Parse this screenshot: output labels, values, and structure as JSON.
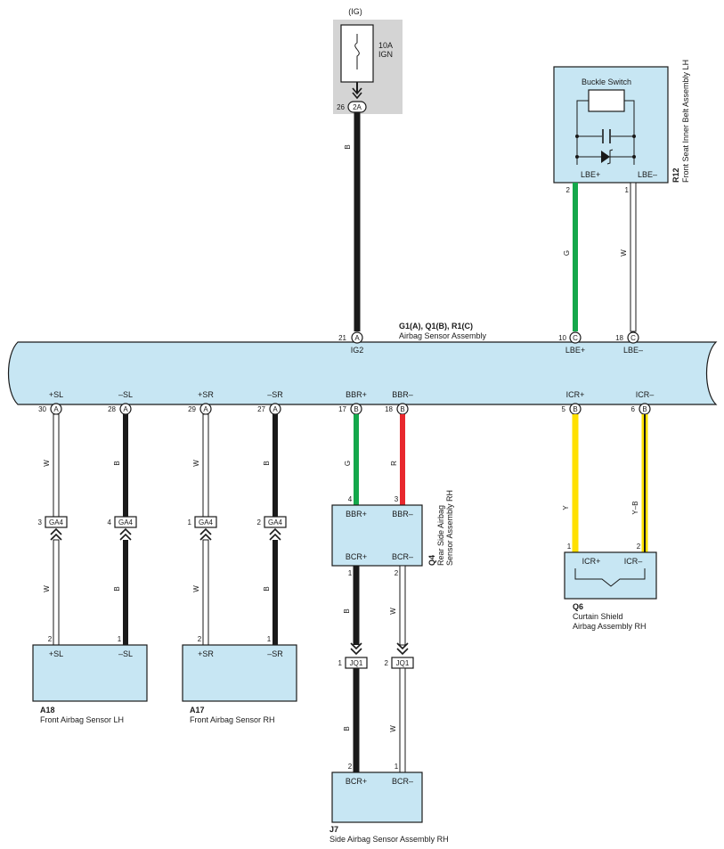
{
  "colors": {
    "box_fill": "#c7e6f3",
    "fuse_bg": "#d4d4d4",
    "wire_black": "#1a1a1a",
    "wire_green": "#14a84b",
    "wire_red": "#e8282d",
    "wire_yellow": "#ffe000",
    "wire_white": "#ffffff"
  },
  "fuse": {
    "source": "(IG)",
    "rating": "10A",
    "name": "IGN",
    "pin": "26",
    "connector": "2A"
  },
  "main": {
    "title": "G1(A), Q1(B), R1(C)",
    "subtitle": "Airbag Sensor Assembly",
    "top_terminals": [
      {
        "pin": "21",
        "conn": "A",
        "label": "IG2"
      },
      {
        "pin": "10",
        "conn": "C",
        "label": "LBE+"
      },
      {
        "pin": "18",
        "conn": "C",
        "label": "LBE–"
      }
    ],
    "bottom_terminals": [
      {
        "pin": "30",
        "conn": "A",
        "label": "+SL"
      },
      {
        "pin": "28",
        "conn": "A",
        "label": "–SL"
      },
      {
        "pin": "29",
        "conn": "A",
        "label": "+SR"
      },
      {
        "pin": "27",
        "conn": "A",
        "label": "–SR"
      },
      {
        "pin": "17",
        "conn": "B",
        "label": "BBR+"
      },
      {
        "pin": "18",
        "conn": "B",
        "label": "BBR–"
      },
      {
        "pin": "5",
        "conn": "B",
        "label": "ICR+"
      },
      {
        "pin": "6",
        "conn": "B",
        "label": "ICR–"
      }
    ]
  },
  "r12": {
    "code": "R12",
    "name": "Front Seat Inner Belt Assembly LH",
    "switch_label": "Buckle Switch",
    "pin_plus": "2",
    "label_plus": "LBE+",
    "pin_minus": "1",
    "label_minus": "LBE–"
  },
  "wire_labels": {
    "ig": "B",
    "lbe_plus": "G",
    "lbe_minus": "W",
    "bbr_plus": "G",
    "bbr_minus": "R",
    "icr_plus": "Y",
    "icr_minus": "Y–B",
    "sl_plus": "W",
    "sl_minus": "B",
    "sr_plus": "W",
    "sr_minus": "B",
    "bcr_plus": "B",
    "bcr_minus": "W"
  },
  "ga4": {
    "name": "GA4",
    "pins": [
      "3",
      "4",
      "1",
      "2"
    ]
  },
  "a18": {
    "code": "A18",
    "name": "Front Airbag Sensor LH",
    "pins": [
      "2",
      "1"
    ],
    "labels": [
      "+SL",
      "–SL"
    ]
  },
  "a17": {
    "code": "A17",
    "name": "Front Airbag Sensor RH",
    "pins": [
      "2",
      "1"
    ],
    "labels": [
      "+SR",
      "–SR"
    ]
  },
  "q4": {
    "code": "Q4",
    "name_line1": "Rear Side Airbag",
    "name_line2": "Sensor Assembly RH",
    "top_pins": [
      "4",
      "3"
    ],
    "top_labels": [
      "BBR+",
      "BBR–"
    ],
    "bottom_pins": [
      "1",
      "2"
    ],
    "bottom_labels": [
      "BCR+",
      "BCR–"
    ]
  },
  "jq1": {
    "name": "JQ1",
    "pins": [
      "1",
      "2"
    ]
  },
  "j7": {
    "code": "J7",
    "name": "Side Airbag Sensor Assembly RH",
    "pins": [
      "2",
      "1"
    ],
    "labels": [
      "BCR+",
      "BCR–"
    ]
  },
  "q6": {
    "code": "Q6",
    "name_line1": "Curtain Shield",
    "name_line2": "Airbag Assembly RH",
    "pins": [
      "1",
      "2"
    ],
    "labels": [
      "ICR+",
      "ICR–"
    ]
  }
}
